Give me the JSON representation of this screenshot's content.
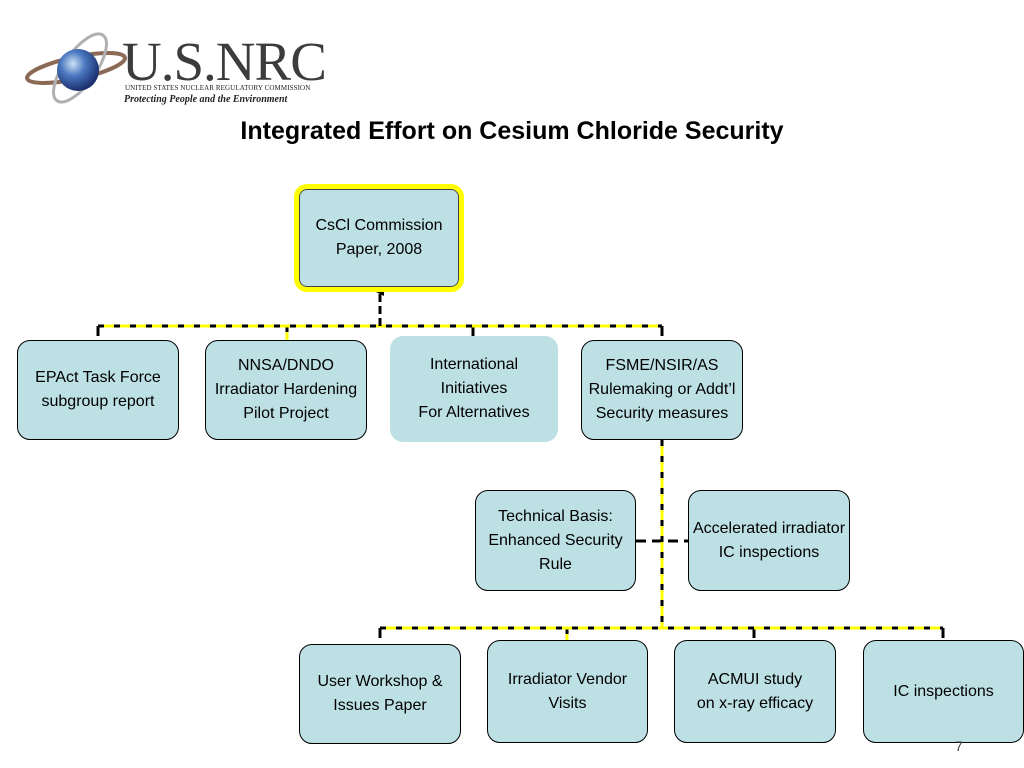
{
  "logo": {
    "name": "U.S.NRC",
    "subtitle": "UNITED STATES NUCLEAR REGULATORY COMMISSION",
    "tagline": "Protecting People and the Environment"
  },
  "title": "Integrated Effort on Cesium Chloride Security",
  "nodes": {
    "root": "CsCl Commission\nPaper, 2008",
    "epact": "EPAct Task Force\nsubgroup report",
    "nnsa": "NNSA/DNDO\nIrradiator Hardening\nPilot Project",
    "international": "International\nInitiatives\nFor Alternatives",
    "fsme": "FSME/NSIR/AS\nRulemaking or Addt’l\nSecurity measures",
    "technical": "Technical Basis:\nEnhanced Security\nRule",
    "accelerated": "Accelerated irradiator\nIC inspections",
    "workshop": "User Workshop &\nIssues Paper",
    "vendor": "Irradiator Vendor\nVisits",
    "acmui": "ACMUI study\non x-ray efficacy",
    "ic": "IC inspections"
  },
  "edges": [
    [
      "epact",
      "root"
    ],
    [
      "nnsa",
      "root"
    ],
    [
      "international",
      "root"
    ],
    [
      "fsme",
      "root"
    ],
    [
      "fsme",
      "technical"
    ],
    [
      "fsme",
      "accelerated"
    ],
    [
      "fsme",
      "workshop"
    ],
    [
      "fsme",
      "vendor"
    ],
    [
      "fsme",
      "acmui"
    ],
    [
      "fsme",
      "ic"
    ]
  ],
  "colors": {
    "box_fill": "#bde0e5",
    "highlight": "#ffff00",
    "connector": "#000000"
  },
  "slide_number": "7"
}
